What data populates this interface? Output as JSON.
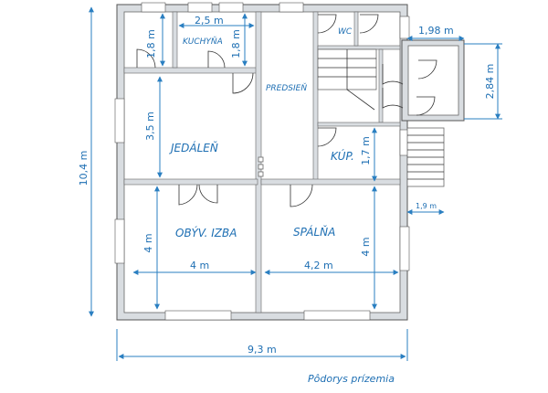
{
  "caption": "Pôdorys prízemia",
  "rooms": {
    "kuchyna": "KUCHYŇA",
    "wc": "WC",
    "predsien": "PREDSIEŇ",
    "jedalen": "JEDÁLEŇ",
    "kup": "KÚP.",
    "obyv": "OBÝV. IZBA",
    "spalna": "SPÁLŇA"
  },
  "dimensions": {
    "kitchen_width": "2,5 m",
    "kitchen_left_height": "1,8 m",
    "kitchen_right_height": "1,8 m",
    "annex_width": "1,98 m",
    "annex_height": "2,84 m",
    "dining_height": "3,5 m",
    "bath_height": "1,7 m",
    "stairs_width": "1,9 m",
    "living_height": "4 m",
    "living_width": "4 m",
    "bedroom_width": "4,2 m",
    "bedroom_height": "4 m",
    "total_height": "10,4 m",
    "total_width": "9,3 m"
  }
}
